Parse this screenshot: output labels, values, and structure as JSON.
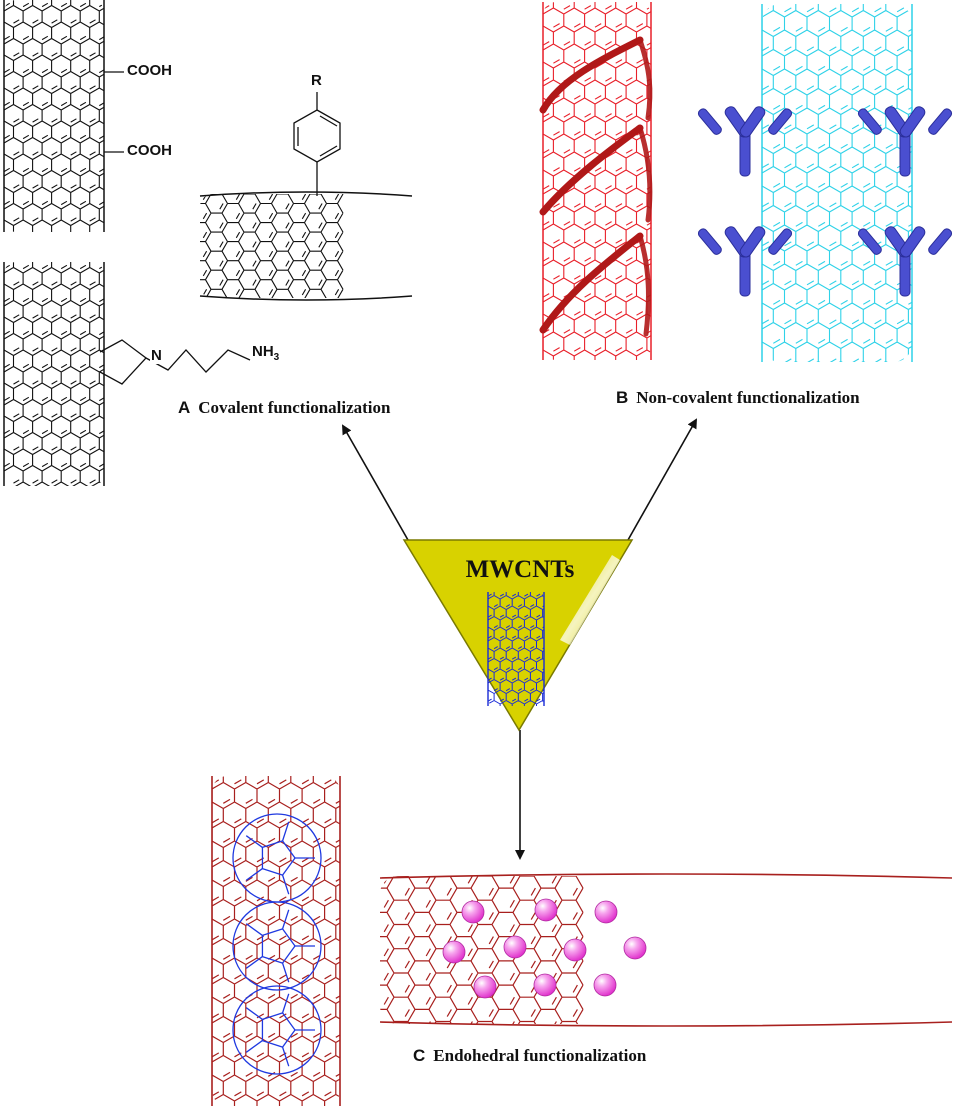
{
  "center": {
    "label": "MWCNTs",
    "fill_color": "#d8d200",
    "tube_color": "#1a2bd6"
  },
  "branches": {
    "covalent": {
      "letter": "A",
      "label": "Covalent functionalization",
      "tube_color": "#111111",
      "groups": {
        "cooh_top": "COOH",
        "cooh_bottom": "COOH",
        "r_group": "R",
        "n_atom": "N",
        "amine": "NH",
        "amine_sub": "3"
      }
    },
    "noncovalent": {
      "letter": "B",
      "label": "Non-covalent functionalization",
      "tube1_color": "#e8202a",
      "ribbon_color": "#b01818",
      "tube2_color": "#2fd2e8",
      "antibody_color": "#4a4fd0",
      "antibody_count": 4
    },
    "endohedral": {
      "letter": "C",
      "label": "Endohedral functionalization",
      "tube_color": "#a8201e",
      "fullerene_color": "#1f39e0",
      "sphere_color": "#f050dc",
      "sphere_count": 10
    }
  },
  "arrow_color": "#111111"
}
